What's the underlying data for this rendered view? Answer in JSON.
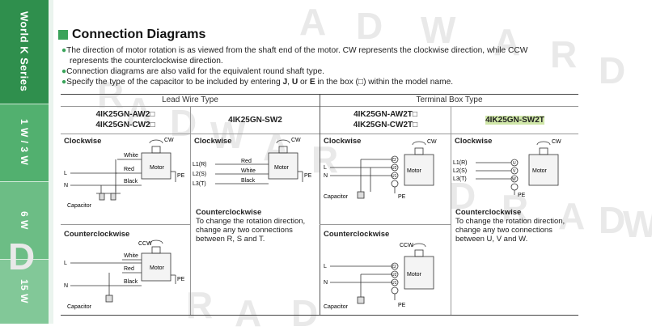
{
  "sidebar": {
    "tabs": [
      "World K Series",
      "1 W / 3 W",
      "6 W",
      "15 W"
    ]
  },
  "heading": "Connection Diagrams",
  "bullets": {
    "b1_line1": "The direction of motor rotation is as viewed from the shaft end of the motor. CW represents the clockwise direction, while CCW",
    "b1_line2": "represents the counterclockwise direction.",
    "b2": "Connection diagrams are also valid for the equivalent round shaft type.",
    "b3_pre": "Specify the type of the capacitor to be included by entering ",
    "b3_j": "J",
    "b3_c1": ", ",
    "b3_u": "U",
    "b3_or": " or ",
    "b3_e": "E",
    "b3_post": " in the box (□) within the model name."
  },
  "table": {
    "group_lead": "Lead Wire Type",
    "group_terminal": "Terminal Box Type",
    "models": {
      "c1_line1": "4IK25GN-AW2□",
      "c1_line2": "4IK25GN-CW2□",
      "c2": "4IK25GN-SW2",
      "c3_line1": "4IK25GN-AW2T□",
      "c3_line2": "4IK25GN-CW2T□",
      "c4": "4IK25GN-SW2T"
    },
    "clockwise": "Clockwise",
    "counterclockwise": "Counterclockwise",
    "note_title": "Counterclockwise",
    "note_sw2": "To change the rotation direction, change any two connections between R, S and T.",
    "note_sw2_l1": "To change the rotation direction,",
    "note_sw2_l2": "change any two connections",
    "note_sw2_l3": "between R, S and T.",
    "note_sw2t_l1": "To change the rotation direction,",
    "note_sw2t_l2": "change any two connections",
    "note_sw2t_l3": "between U, V and W."
  },
  "diagram": {
    "cw": "CW",
    "ccw": "CCW",
    "motor": "Motor",
    "white": "White",
    "red": "Red",
    "black": "Black",
    "capacitor": "Capacitor",
    "pe": "PE",
    "l": "L",
    "n": "N",
    "l1r": "L1(R)",
    "l2s": "L2(S)",
    "l3t": "L3(T)",
    "z2": "Z2",
    "u2": "U2",
    "u1": "U1",
    "u": "U",
    "v": "V",
    "w": "W"
  },
  "watermark": [
    "A",
    "D",
    "W",
    "A",
    "R",
    "D",
    "R",
    "A",
    "D",
    "W",
    "A",
    "R",
    "D",
    "R",
    "A",
    "D",
    "W",
    "D",
    "R",
    "A",
    "D"
  ]
}
